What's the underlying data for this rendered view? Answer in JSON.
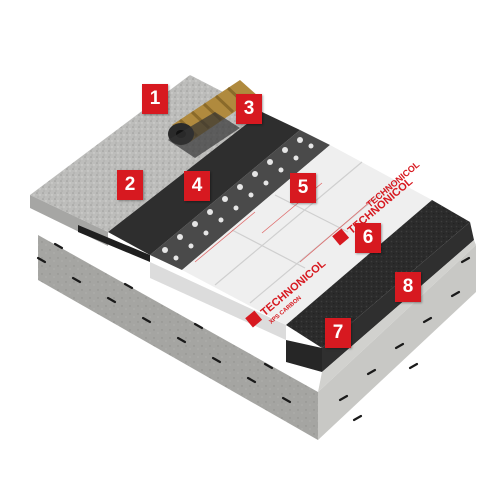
{
  "markers": [
    {
      "label": "1"
    },
    {
      "label": "2"
    },
    {
      "label": "3"
    },
    {
      "label": "4"
    },
    {
      "label": "5"
    },
    {
      "label": "6"
    },
    {
      "label": "7"
    },
    {
      "label": "8"
    }
  ],
  "brand": {
    "name": "TECHNONICOL",
    "product": "XPS CARBON",
    "color": "#d71920"
  },
  "colors": {
    "slab_front": "#a9a9a6",
    "slab_side": "#c4c4c1",
    "gravel_top": "#bdbdbb",
    "membrane": "#2a2a2a",
    "xps": "#eeeeee",
    "rebar": "#1a1a1a",
    "roll_stripe": "#c9a44a"
  }
}
